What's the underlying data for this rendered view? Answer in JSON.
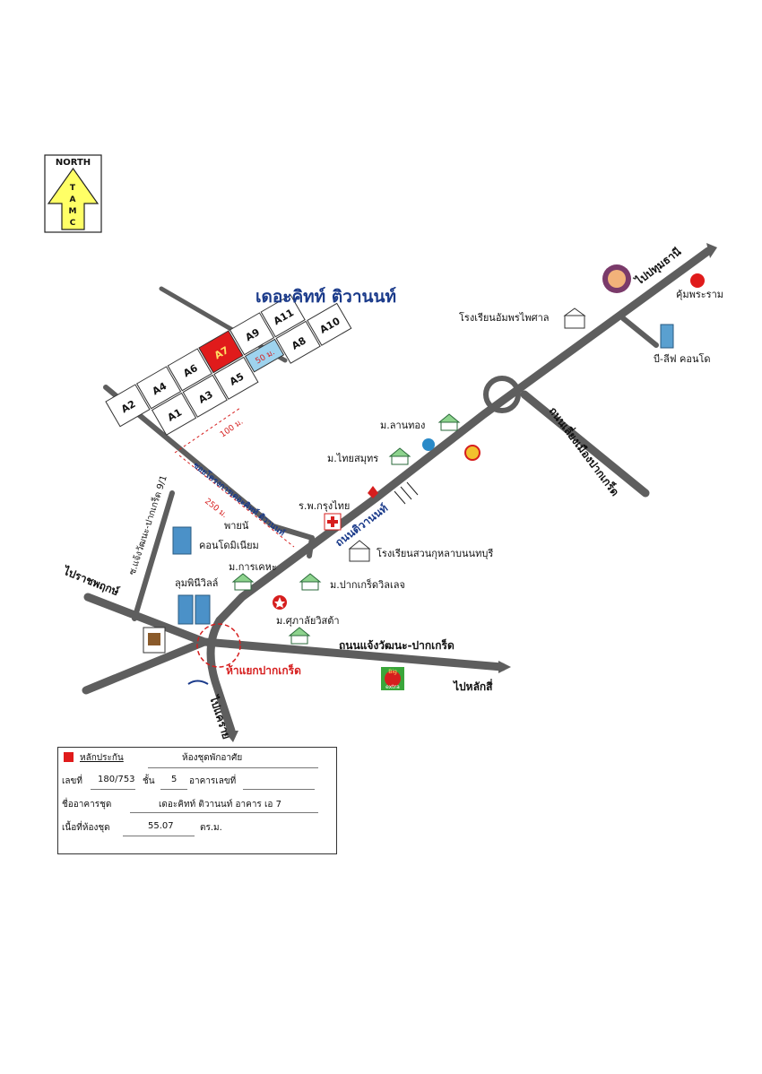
{
  "north_badge": {
    "north": "NORTH",
    "letters": [
      "T",
      "A",
      "M",
      "C"
    ]
  },
  "project_title": "เดอะคิทท์ ติวานนท์",
  "buildings": [
    "A1",
    "A2",
    "A3",
    "A4",
    "A5",
    "A6",
    "A7",
    "A8",
    "A9",
    "A10",
    "A11"
  ],
  "highlighted_building": "A7",
  "distances": {
    "d50": "50 ม.",
    "d100": "100 ม.",
    "d250": "250 ม."
  },
  "roads": {
    "soi_project": "ซอยโครงการเดอะคิทท์ ติวานนท์",
    "tiwanon": "ถนนติวานนท์",
    "chaengwattana": "ถนนแจ้งวัฒนะ-ปากเกร็ด",
    "bypass": "ถนนเลี่ยงเมืองปากเกร็ด",
    "soi_91": "ซ.แจ้งวัฒนะ-ปากเกร็ด 9/1",
    "intersection": "ห้าแยกปากเกร็ด"
  },
  "directions": {
    "pathum": "ไปปทุมธานี",
    "ratchaphruek": "ไปราชพฤกษ์",
    "laksi": "ไปหลักสี่",
    "khae_rai": "ไปแคราย"
  },
  "places": {
    "amphorn": "โรงเรียนอัมพรไพศาล",
    "khum": "คุ้มพระราม",
    "bleaf": "บี-ลีฟ คอนโด",
    "lanthong": "ม.ลานทอง",
    "thaisamut": "ม.ไทยสมุทร",
    "hospital": "ร.พ.กรุงไทย",
    "payoon": "พายนั",
    "condo_name": "คอนโดมิเนียม",
    "suankularb": "โรงเรียนสวนกุหลาบนนทบุรี",
    "karakhe": "ม.การเคหะ",
    "lumpini": "ลุมพินีวิลล์",
    "pakkret_village": "ม.ปากเกร็ดวิลเลจ",
    "supalai": "ม.ศุภาลัยวิสต้า",
    "bigc_top": "Big",
    "bigc_bottom": "extra"
  },
  "info_box": {
    "legend_label": "หลักประกัน",
    "property_type": "ห้องชุดพักอาศัย",
    "no_label": "เลขที่",
    "no_value": "180/753",
    "floor_label": "ชั้น",
    "floor_value": "5",
    "building_no_label": "อาคารเลขที่",
    "building_name_label": "ชื่ออาคารชุด",
    "building_name_value": "เดอะคิทท์ ติวานนท์ อาคาร เอ 7",
    "area_label": "เนื้อที่ห้องชุด",
    "area_value": "55.07",
    "area_unit": "ตร.ม."
  },
  "colors": {
    "road": "#5e5e5e",
    "highlight": "#e01b1b",
    "blue_block": "#9ed3ee",
    "title_blue": "#1a3a8a",
    "badge_yellow": "#ffff66"
  }
}
